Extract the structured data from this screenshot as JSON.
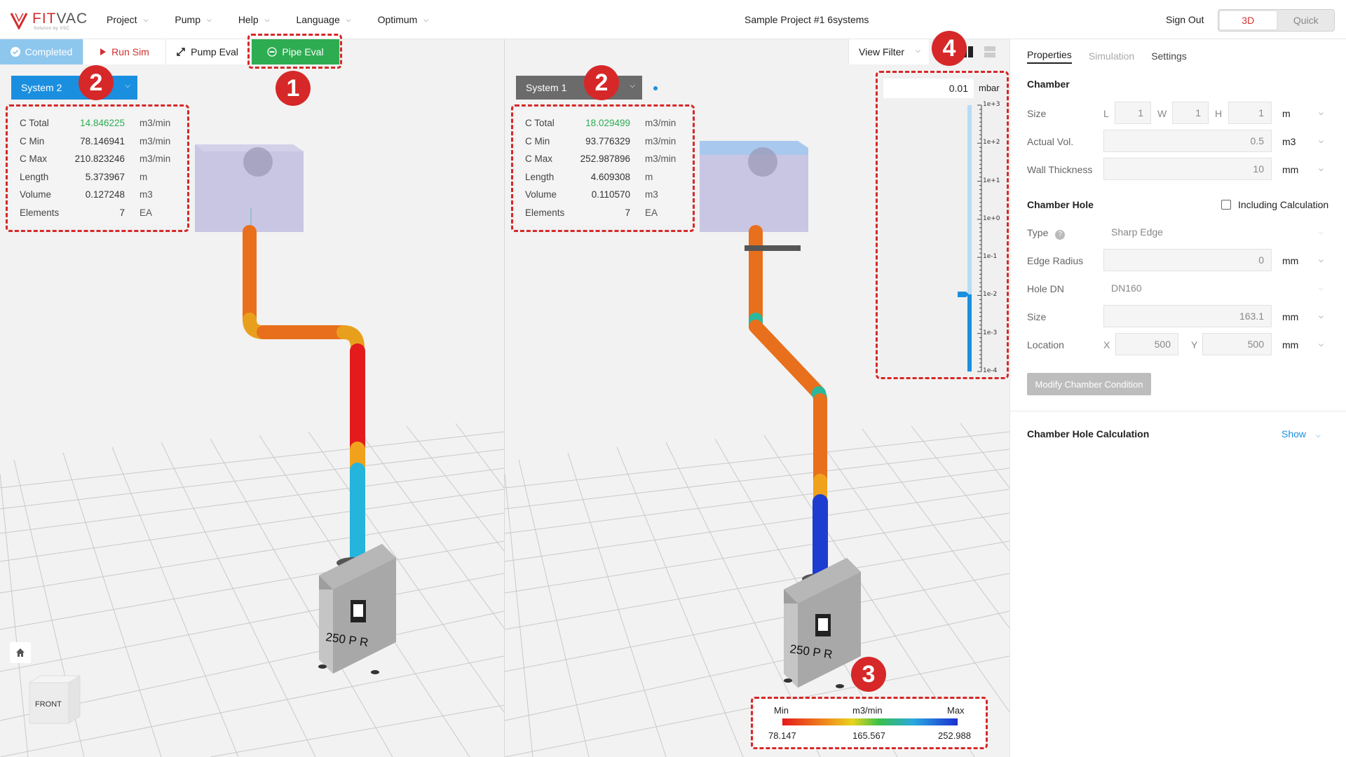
{
  "nav": {
    "logo_text_a": "FIT",
    "logo_text_b": "VAC",
    "logo_tagline": "Solution by VSC",
    "menu": [
      "Project",
      "Pump",
      "Help",
      "Language",
      "Optimum"
    ],
    "project_title": "Sample Project #1 6systems",
    "sign_out": "Sign Out",
    "mode_3d": "3D",
    "mode_quick": "Quick"
  },
  "toolbar": {
    "completed": "Completed",
    "run_sim": "Run Sim",
    "pump_eval": "Pump Eval",
    "pipe_eval": "Pipe Eval"
  },
  "left_view": {
    "system": "System 2",
    "stats": [
      {
        "label": "C Total",
        "value": "14.846225",
        "unit": "m3/min",
        "highlight": true
      },
      {
        "label": "C Min",
        "value": "78.146941",
        "unit": "m3/min"
      },
      {
        "label": "C Max",
        "value": "210.823246",
        "unit": "m3/min"
      },
      {
        "label": "Length",
        "value": "5.373967",
        "unit": "m"
      },
      {
        "label": "Volume",
        "value": "0.127248",
        "unit": "m3"
      },
      {
        "label": "Elements",
        "value": "7",
        "unit": "EA"
      }
    ],
    "pump_label": "250 P R",
    "cube_face": "FRONT"
  },
  "right_view": {
    "system": "System 1",
    "stats": [
      {
        "label": "C Total",
        "value": "18.029499",
        "unit": "m3/min",
        "highlight": true
      },
      {
        "label": "C Min",
        "value": "93.776329",
        "unit": "m3/min"
      },
      {
        "label": "C Max",
        "value": "252.987896",
        "unit": "m3/min"
      },
      {
        "label": "Length",
        "value": "4.609308",
        "unit": "m"
      },
      {
        "label": "Volume",
        "value": "0.110570",
        "unit": "m3"
      },
      {
        "label": "Elements",
        "value": "7",
        "unit": "EA"
      }
    ],
    "pump_label": "250 P R",
    "view_filter": "View Filter",
    "scale": {
      "value": "0.01",
      "unit": "mbar",
      "ticks": [
        "1e+3",
        "1e+2",
        "1e+1",
        "1e+0",
        "1e-1",
        "1e-2",
        "1e-3",
        "1e-4"
      ]
    },
    "legend": {
      "min_label": "Min",
      "unit": "m3/min",
      "max_label": "Max",
      "min_value": "78.147",
      "mid_value": "165.567",
      "max_value": "252.988"
    }
  },
  "annotations": [
    "1",
    "2",
    "2",
    "3",
    "4"
  ],
  "colors": {
    "accent_red": "#d32f2f",
    "annotation_red": "#d62828",
    "pipe_eval_green": "#2eac52",
    "system_blue": "#1a8fe0",
    "completed_blue": "#8ec7ee"
  },
  "panel": {
    "tabs": [
      "Properties",
      "Simulation",
      "Settings"
    ],
    "chamber": {
      "title": "Chamber",
      "size_label": "Size",
      "size": {
        "L": "1",
        "W": "1",
        "H": "1",
        "unit": "m"
      },
      "actual_vol_label": "Actual Vol.",
      "actual_vol": "0.5",
      "actual_vol_unit": "m3",
      "wall_label": "Wall Thickness",
      "wall": "10",
      "wall_unit": "mm"
    },
    "hole": {
      "title": "Chamber Hole",
      "including_calc": "Including Calculation",
      "type_label": "Type",
      "type_value": "Sharp Edge",
      "edge_radius_label": "Edge Radius",
      "edge_radius": "0",
      "edge_radius_unit": "mm",
      "hole_dn_label": "Hole DN",
      "hole_dn": "DN160",
      "size_label": "Size",
      "size": "163.1",
      "size_unit": "mm",
      "location_label": "Location",
      "loc_x": "500",
      "loc_y": "500",
      "loc_unit": "mm",
      "modify_button": "Modify Chamber Condition"
    },
    "hole_calc": {
      "title": "Chamber Hole Calculation",
      "show": "Show"
    }
  }
}
